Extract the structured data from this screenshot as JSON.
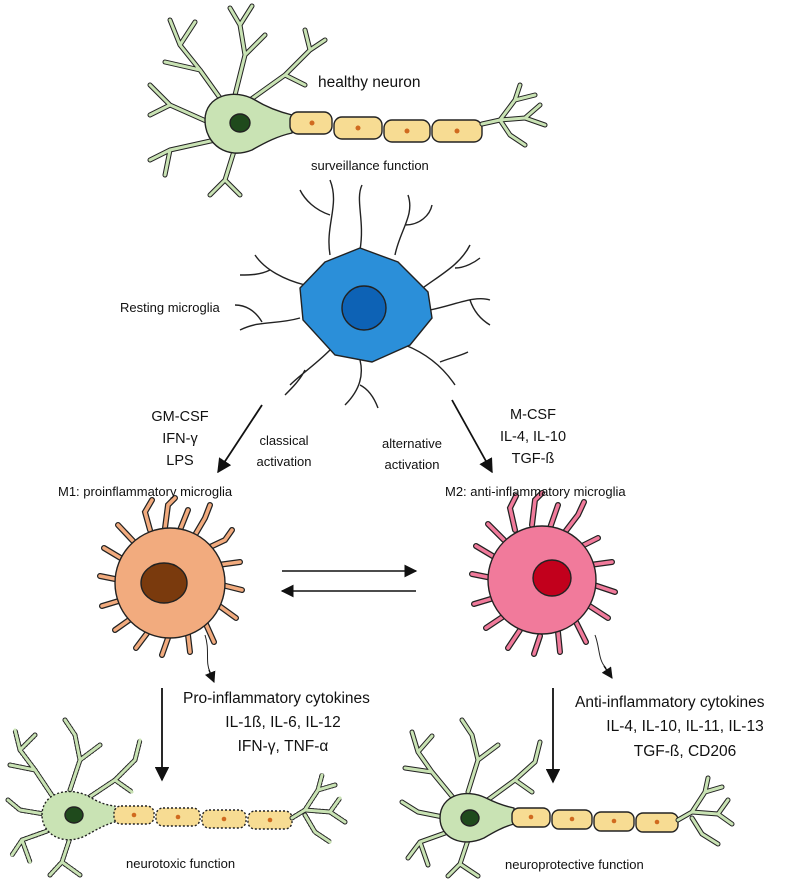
{
  "labels": {
    "healthy_neuron": "healthy neuron",
    "surveillance": "surveillance function",
    "resting": "Resting microglia",
    "m1_title": "M1: proinflammatory microglia",
    "m2_title": "M2: anti-inflammatory microglia",
    "classical": [
      "classical",
      "activation"
    ],
    "alternative": [
      "alternative",
      "activation"
    ],
    "neurotoxic": "neurotoxic function",
    "neuroprotective": "neuroprotective function"
  },
  "m1_stimuli": [
    "GM-CSF",
    "IFN-γ",
    "LPS"
  ],
  "m2_stimuli": [
    "M-CSF",
    "IL-4, IL-10",
    "TGF-ß"
  ],
  "pro_cytokines": {
    "title": "Pro-inflammatory cytokines",
    "lines": [
      "IL-1ß, IL-6, IL-12",
      "IFN-γ,  TNF-α"
    ]
  },
  "anti_cytokines": {
    "title": "Anti-inflammatory cytokines",
    "lines": [
      "IL-4, IL-10, IL-11, IL-13",
      "TGF-ß, CD206"
    ]
  },
  "colors": {
    "neuron_body": "#c9e3b4",
    "axon_segment": "#f7dc93",
    "nucleus_neuron": "#1f4a1c",
    "resting_microglia": "#2b8fd9",
    "resting_nucleus": "#0d62b5",
    "m1_body": "#f2ab7e",
    "m1_nucleus": "#7a3a0d",
    "m2_body": "#f17a9b",
    "m2_nucleus": "#c2001c"
  }
}
